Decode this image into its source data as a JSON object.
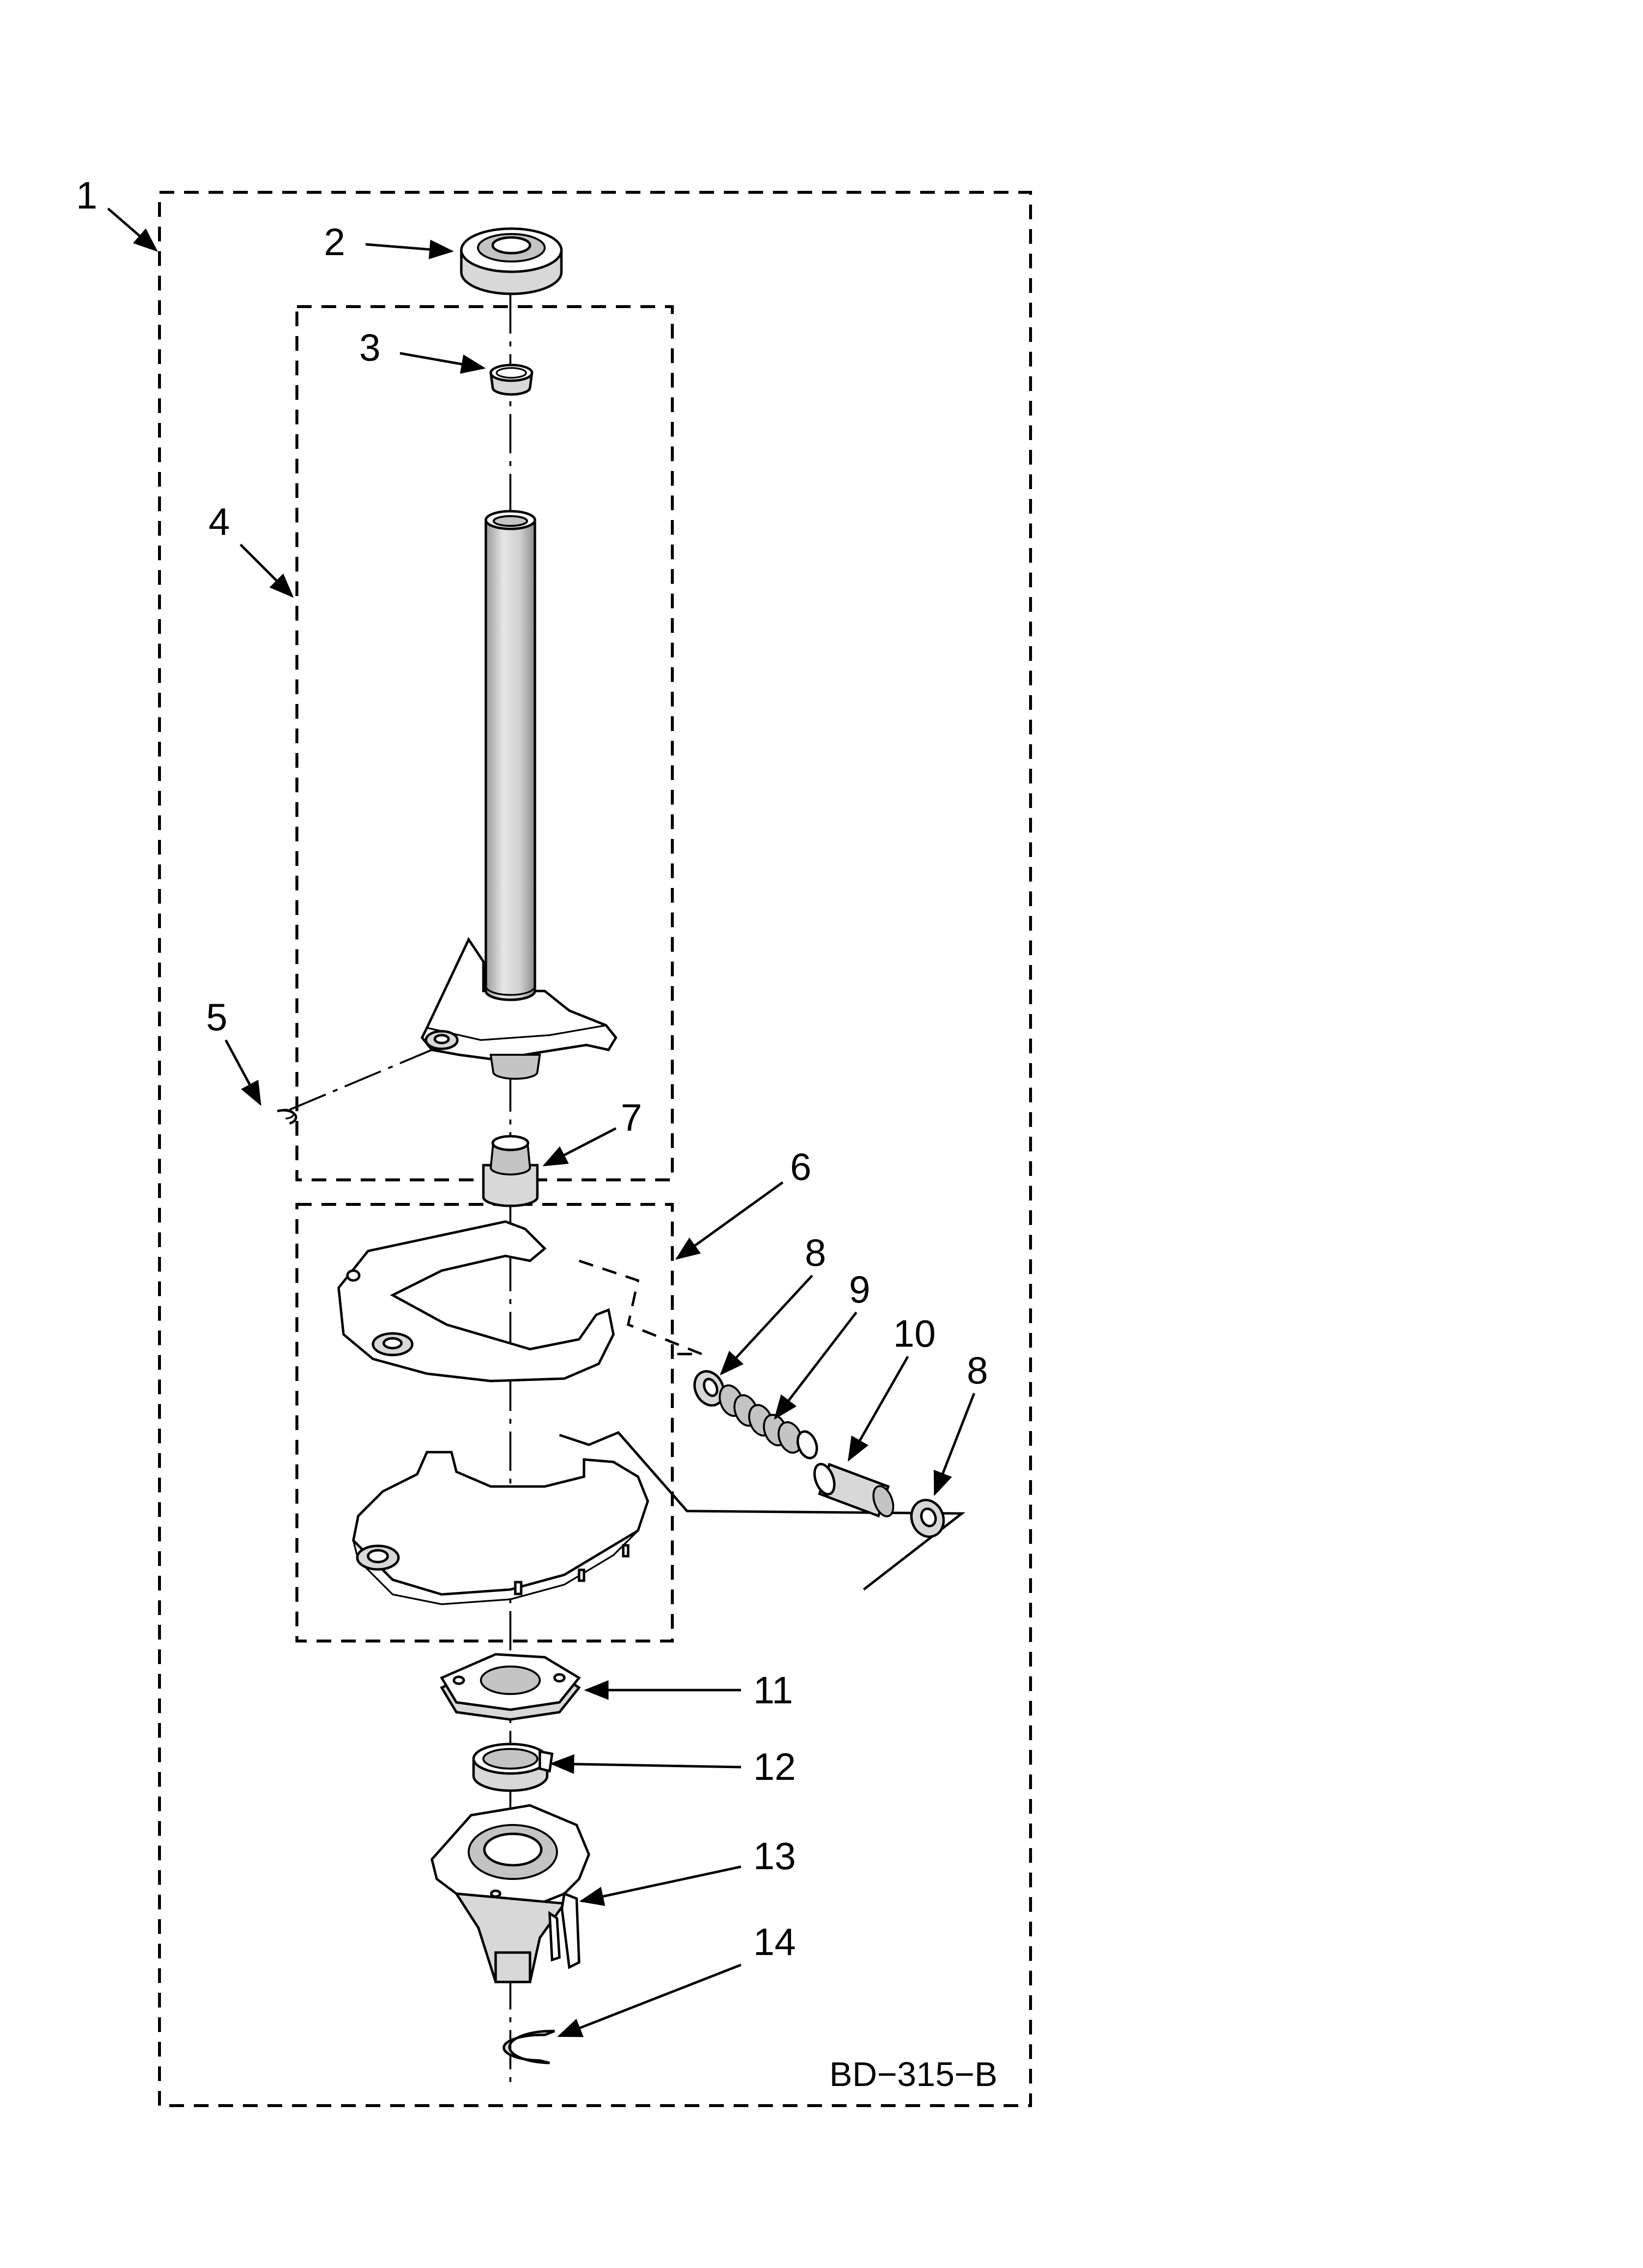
{
  "diagram": {
    "diagram_code": "BD−315−B",
    "callouts": [
      {
        "id": "1",
        "label": "1"
      },
      {
        "id": "2",
        "label": "2"
      },
      {
        "id": "3",
        "label": "3"
      },
      {
        "id": "4",
        "label": "4"
      },
      {
        "id": "5",
        "label": "5"
      },
      {
        "id": "6",
        "label": "6"
      },
      {
        "id": "7",
        "label": "7"
      },
      {
        "id": "8a",
        "label": "8"
      },
      {
        "id": "9",
        "label": "9"
      },
      {
        "id": "10",
        "label": "10"
      },
      {
        "id": "8b",
        "label": "8"
      },
      {
        "id": "11",
        "label": "11"
      },
      {
        "id": "12",
        "label": "12"
      },
      {
        "id": "13",
        "label": "13"
      },
      {
        "id": "14",
        "label": "14"
      }
    ]
  }
}
